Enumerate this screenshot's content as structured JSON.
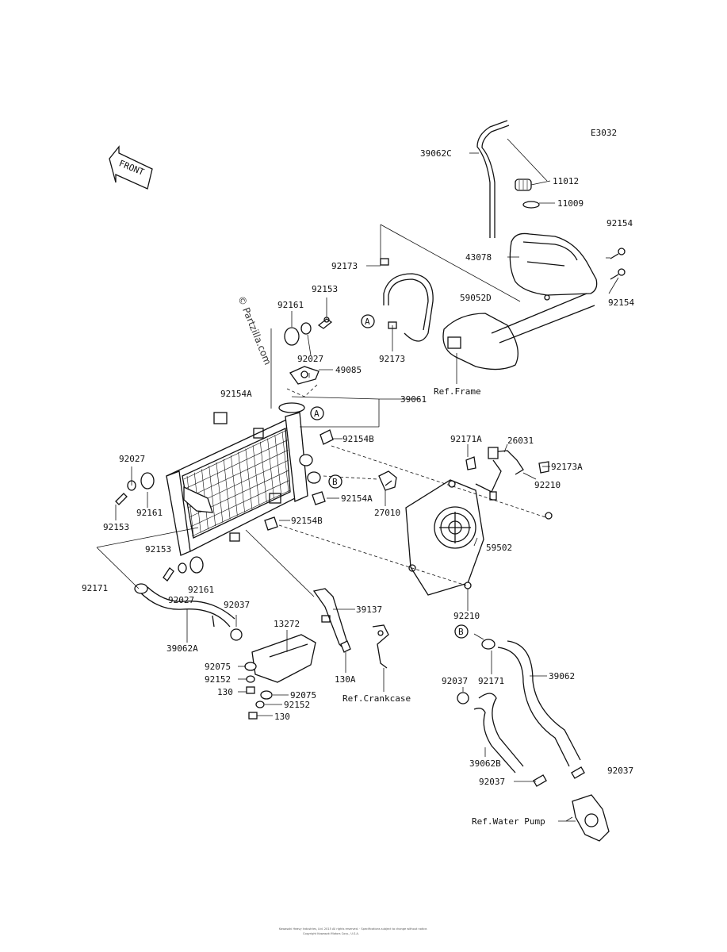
{
  "diagram": {
    "code": "E3032",
    "front_label": "FRONT",
    "watermark": "© Partzilla.com",
    "footer_line1": "Kawasaki Heavy Industries, Ltd. 2015 All rights reserved. · Specifications subject to change without notice.",
    "footer_line2": "Copyright Kawasaki Motors Corp., U.S.A.",
    "callouts": {
      "A": "A",
      "B": "B"
    },
    "labels": {
      "p39062C": "39062C",
      "p11012": "11012",
      "p11009": "11009",
      "p92154_top": "92154",
      "p43078": "43078",
      "p92154_mid": "92154",
      "p92173_top": "92173",
      "p59052D": "59052D",
      "p92173_bot": "92173",
      "ref_frame": "Ref.Frame",
      "p92153_top": "92153",
      "p92161_top": "92161",
      "p92027_top": "92027",
      "p49085": "49085",
      "p39061": "39061",
      "p92154A_top": "92154A",
      "p92154B_top": "92154B",
      "p92171A": "92171A",
      "p26031": "26031",
      "p92173A": "92173A",
      "p92210_top": "92210",
      "p92027_left": "92027",
      "p92161_left": "92161",
      "p92153_left": "92153",
      "p92154A_mid": "92154A",
      "p27010": "27010",
      "p92154B_mid": "92154B",
      "p59502": "59502",
      "p92153_low": "92153",
      "p92171": "92171",
      "p92027_low": "92027",
      "p92161_low": "92161",
      "p92037_left": "92037",
      "p39137": "39137",
      "p39062A": "39062A",
      "p13272": "13272",
      "p92210_bot": "92210",
      "p92075_a": "92075",
      "p92152_a": "92152",
      "p130": "130",
      "p130A": "130A",
      "p92075_b": "92075",
      "p92152_b": "92152",
      "p130_b": "130",
      "ref_crankcase": "Ref.Crankcase",
      "p92171_right": "92171",
      "p39062": "39062",
      "p92037_mid": "92037",
      "p39062B": "39062B",
      "p92037_right": "92037",
      "p92037_low": "92037",
      "ref_water_pump": "Ref.Water Pump"
    }
  }
}
